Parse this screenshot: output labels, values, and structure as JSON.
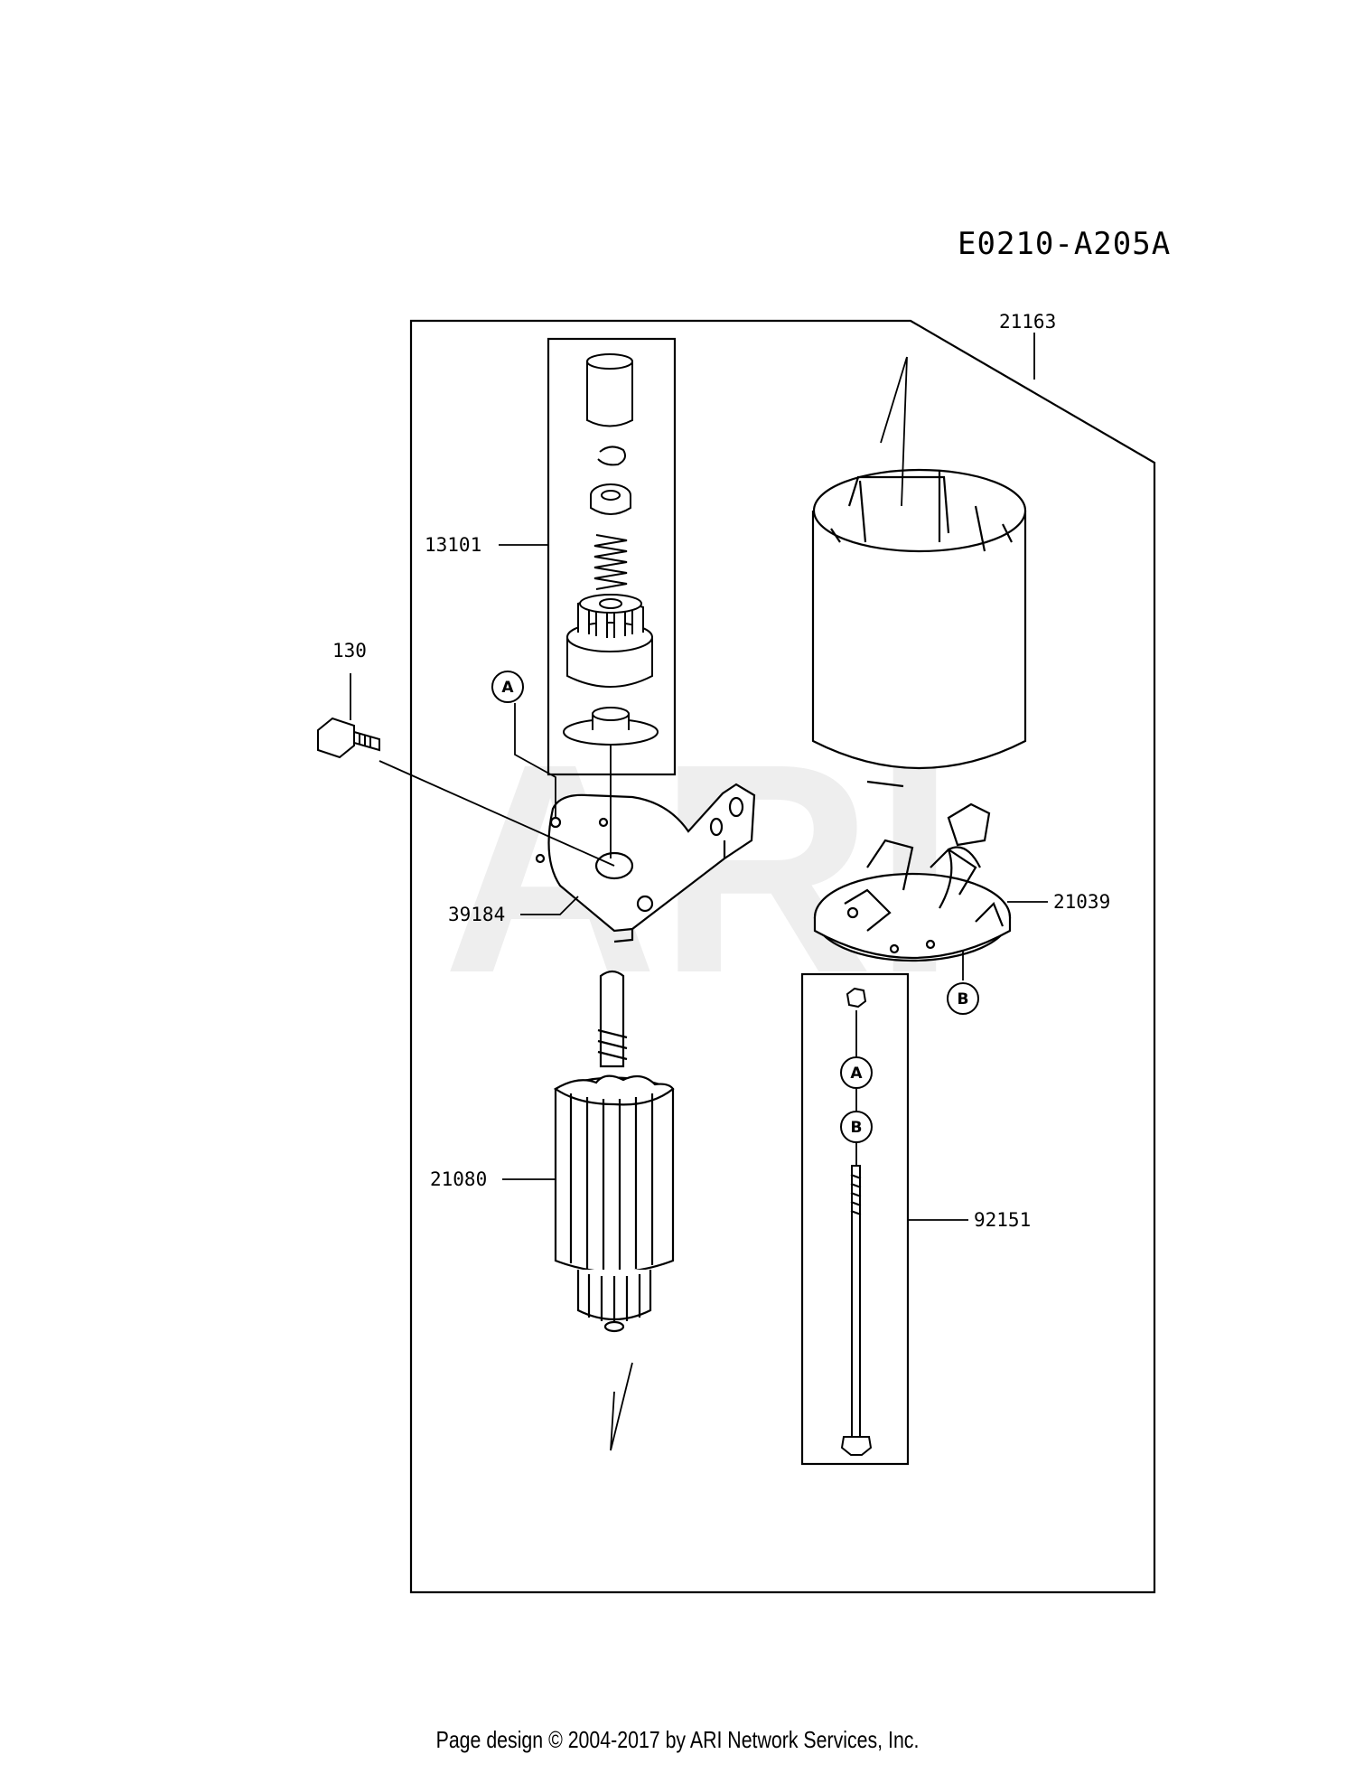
{
  "drawing_id": "E0210-A205A",
  "footer": "Page design © 2004-2017 by ARI Network Services, Inc.",
  "watermark": "ARI",
  "part_labels": {
    "p21163": "21163",
    "p13101": "13101",
    "p130": "130",
    "p39184": "39184",
    "p21039": "21039",
    "p21080": "21080",
    "p92151": "92151"
  },
  "ref_markers": {
    "a_top": "A",
    "b_right": "B",
    "a_box": "A",
    "b_box": "B"
  }
}
